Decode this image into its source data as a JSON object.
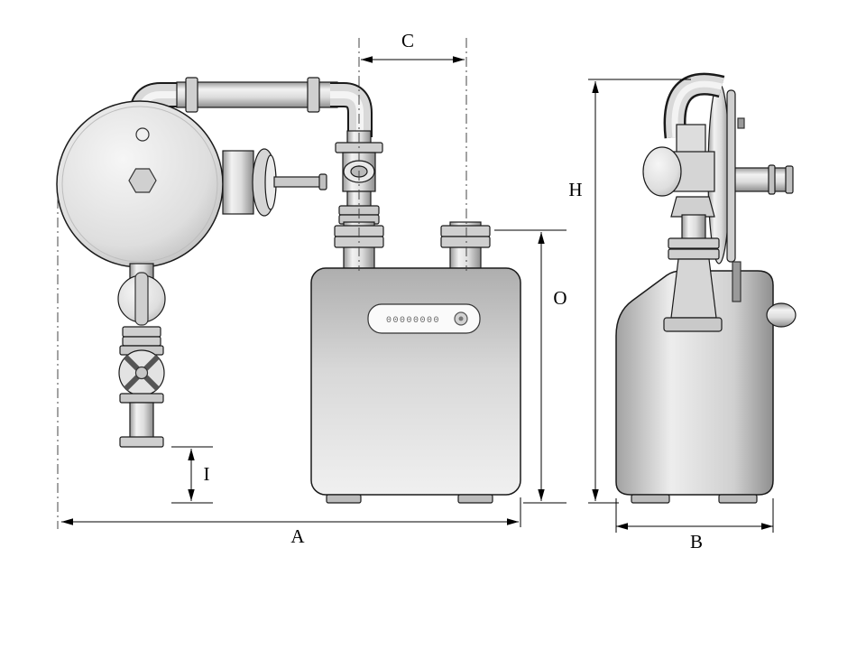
{
  "labels": {
    "A": "A",
    "B": "B",
    "C": "C",
    "H": "H",
    "I": "I",
    "O": "O"
  },
  "meter": {
    "display_digits": "00000000"
  },
  "colors": {
    "background": "#ffffff",
    "ink": "#000000"
  }
}
